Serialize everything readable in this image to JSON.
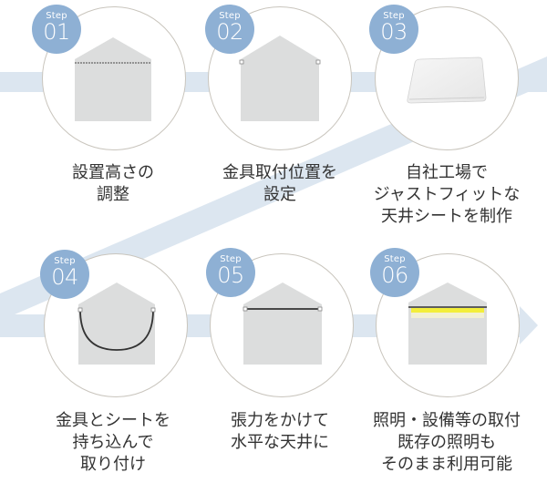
{
  "colors": {
    "badge": "#8eb0d4",
    "band": "#dce6f0",
    "circle_border": "#c9c5bd",
    "house": "#dcdddd",
    "text": "#333333",
    "light_yellow": "#f3ee6a"
  },
  "steps": [
    {
      "badge_label": "Step",
      "number": "01",
      "illustration": "house-with-height-line-icon",
      "caption": [
        "設置高さの",
        "調整"
      ]
    },
    {
      "badge_label": "Step",
      "number": "02",
      "illustration": "house-with-brackets-icon",
      "caption": [
        "金具取付位置を",
        "設定"
      ]
    },
    {
      "badge_label": "Step",
      "number": "03",
      "illustration": "folded-sheet-icon",
      "caption": [
        "自社工場で",
        "ジャストフィットな",
        "天井シートを制作"
      ]
    },
    {
      "badge_label": "Step",
      "number": "04",
      "illustration": "house-with-sagging-sheet-icon",
      "caption": [
        "金具とシートを",
        "持ち込んで",
        "取り付け"
      ]
    },
    {
      "badge_label": "Step",
      "number": "05",
      "illustration": "house-with-taut-sheet-icon",
      "caption": [
        "張力をかけて",
        "水平な天井に"
      ]
    },
    {
      "badge_label": "Step",
      "number": "06",
      "illustration": "house-with-lighting-icon",
      "caption": [
        "照明・設備等の取付",
        "既存の照明も",
        "そのまま利用可能"
      ]
    }
  ]
}
